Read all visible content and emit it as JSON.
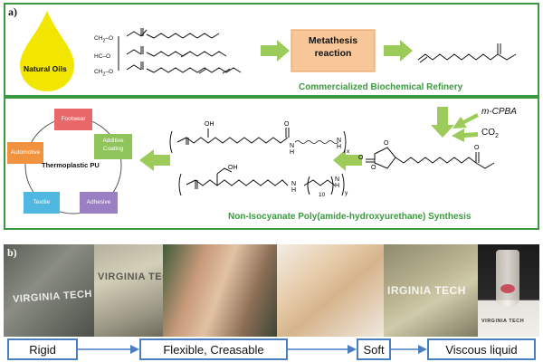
{
  "panel_a": {
    "label": "a)",
    "natural_oils": "Natural Oils",
    "metathesis_line1": "Metathesis",
    "metathesis_line2": "reaction",
    "refinery_caption": "Commercialized Biochemical Refinery",
    "reagent1": "m-CPBA",
    "reagent2": "CO",
    "reagent2_sub": "2",
    "synthesis_caption": "Non-Isocyanate Poly(amide-hydroxyurethane) Synthesis",
    "pu_center": "Thermoplastic PU",
    "applications": [
      {
        "label": "Footwear",
        "color": "#e8686a"
      },
      {
        "label": "Additive\nCoating",
        "color": "#8fc45a"
      },
      {
        "label": "Adhesive",
        "color": "#9b7fc4"
      },
      {
        "label": "Textile",
        "color": "#4fb7e0"
      },
      {
        "label": "Automotive",
        "color": "#f0923e"
      }
    ],
    "chem": {
      "methylene": "CH",
      "methylene_sub": "2",
      "methine": "HC",
      "o": "O",
      "oh": "OH",
      "n": "N",
      "h": "H",
      "x": "x",
      "y": "y",
      "ten": "10"
    }
  },
  "panel_b": {
    "label": "b)",
    "watermarks": [
      "VIRGINIA TECH",
      "VIRGINIA TECH",
      "IRGINIA TECH",
      "VIRGINIA TECH"
    ],
    "stages": [
      "Rigid",
      "Flexible, Creasable",
      "Soft",
      "Viscous liquid"
    ]
  },
  "colors": {
    "green": "#3b9a3f",
    "arrow_green": "#9ccb5a",
    "droplet": "#f2e600",
    "metathesis_fill": "#f7c79a",
    "blue_border": "#4a7fc1"
  }
}
